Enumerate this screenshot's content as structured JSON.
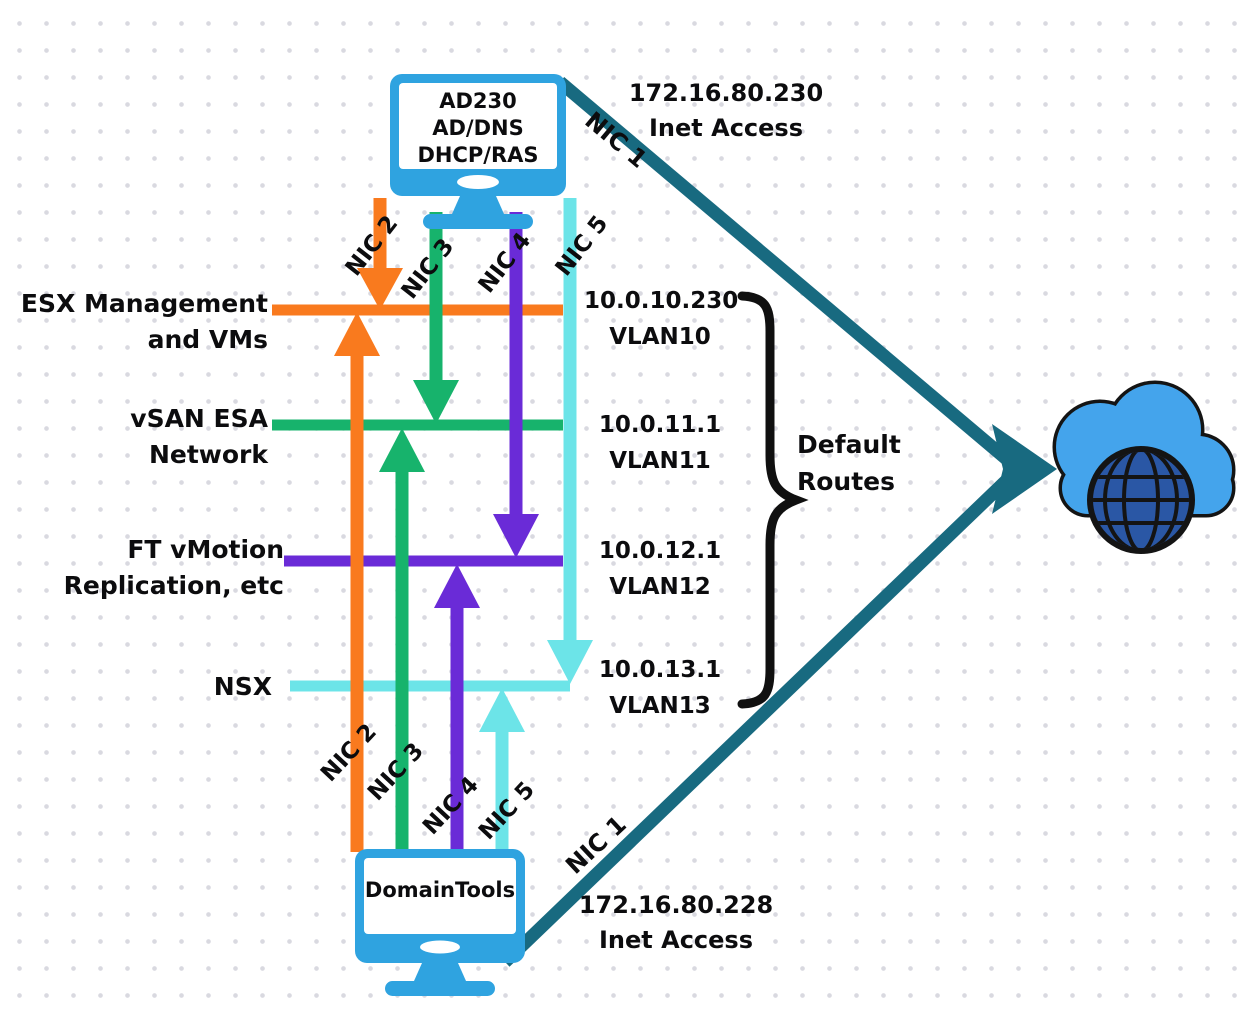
{
  "colors": {
    "orange": "#F97A1E",
    "green": "#17B36C",
    "purple": "#6A2BD7",
    "cyan": "#6CE4E8",
    "teal": "#186A80",
    "monitor_blue": "#2FA3E0",
    "cloud_blue": "#44A4EC",
    "globe_blue": "#2A57A5",
    "outline": "#141414",
    "text": "#0c0c0e"
  },
  "nodes": {
    "ad230": {
      "lines": [
        "AD230",
        "AD/DNS",
        "DHCP/RAS"
      ]
    },
    "domaintools": {
      "label": "DomainTools"
    },
    "internet": {
      "icon": "cloud-globe-icon"
    }
  },
  "uplinks": {
    "top": {
      "nic_label": "NIC 1",
      "ip": "172.16.80.230",
      "caption": "Inet Access"
    },
    "bottom": {
      "nic_label": "NIC 1",
      "ip": "172.16.80.228",
      "caption": "Inet Access"
    }
  },
  "nic_labels_top": [
    "NIC 2",
    "NIC 3",
    "NIC 4",
    "NIC 5"
  ],
  "nic_labels_bottom": [
    "NIC 2",
    "NIC 3",
    "NIC 4",
    "NIC 5"
  ],
  "networks": [
    {
      "color_key": "orange",
      "name_lines": [
        "ESX Management",
        "and VMs"
      ],
      "ip": "10.0.10.230",
      "vlan": "VLAN10"
    },
    {
      "color_key": "green",
      "name_lines": [
        "vSAN ESA",
        "Network"
      ],
      "ip": "10.0.11.1",
      "vlan": "VLAN11"
    },
    {
      "color_key": "purple",
      "name_lines": [
        "FT vMotion",
        "Replication, etc"
      ],
      "ip": "10.0.12.1",
      "vlan": "VLAN12"
    },
    {
      "color_key": "cyan",
      "name_lines": [
        "NSX"
      ],
      "ip": "10.0.13.1",
      "vlan": "VLAN13"
    }
  ],
  "default_routes_lines": [
    "Default",
    "Routes"
  ]
}
